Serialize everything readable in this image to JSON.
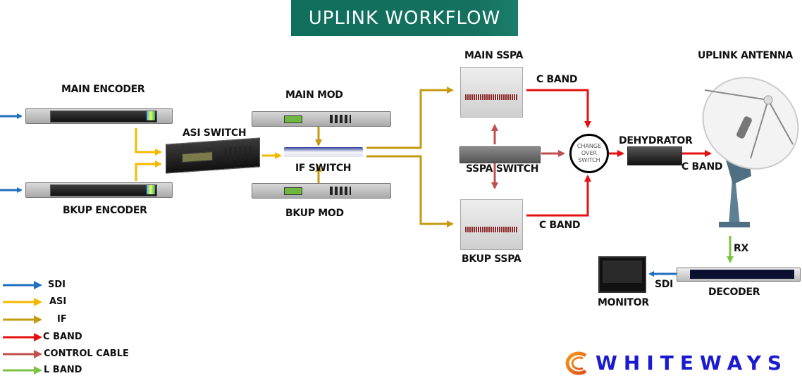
{
  "title": "UPLINK WORKFLOW",
  "colors": {
    "title_bg": "#14705e",
    "sdi": "#1e6fbf",
    "asi": "#f5b800",
    "if": "#c49a10",
    "c_band": "#e61010",
    "control_cable": "#c0504d",
    "l_band": "#7dc242",
    "logo_text": "#1a1ad0"
  },
  "devices": {
    "main_encoder": "MAIN ENCODER",
    "bkup_encoder": "BKUP ENCODER",
    "asi_switch": "ASI SWITCH",
    "main_mod": "MAIN MOD",
    "if_switch": "IF SWITCH",
    "bkup_mod": "BKUP MOD",
    "main_sspa": "MAIN SSPA",
    "sspa_switch": "SSPA SWITCH",
    "bkup_sspa": "BKUP SSPA",
    "change_over_switch": [
      "CHANGE",
      "OVER",
      "SWITCH"
    ],
    "dehydrator": "DEHYDRATOR",
    "uplink_antenna": "UPLINK ANTENNA",
    "decoder": "DECODER",
    "monitor": "MONITOR"
  },
  "link_labels": {
    "main_sspa_c_band": "C BAND",
    "bkup_sspa_c_band": "C BAND",
    "dehydrator_c_band": "C BAND",
    "rx": "RX",
    "decoder_sdi": "SDI"
  },
  "legend": [
    {
      "label": "SDI",
      "color": "#1e6fbf"
    },
    {
      "label": "ASI",
      "color": "#f5b800"
    },
    {
      "label": "IF",
      "color": "#c49a10"
    },
    {
      "label": "C BAND",
      "color": "#e61010"
    },
    {
      "label": "CONTROL CABLE",
      "color": "#c0504d"
    },
    {
      "label": "L BAND",
      "color": "#7dc242"
    }
  ],
  "logo": {
    "text": "WHITEWAYS"
  }
}
